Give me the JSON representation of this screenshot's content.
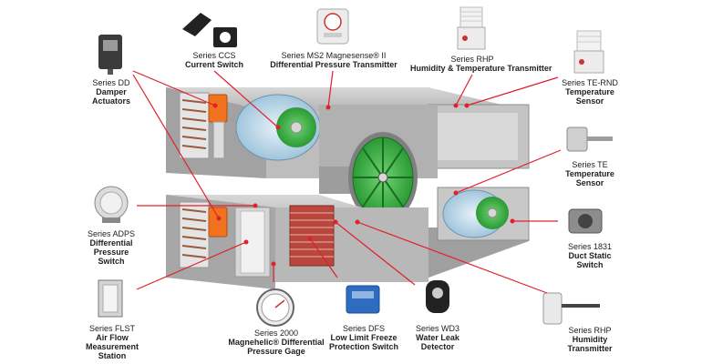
{
  "colors": {
    "leader": "#e0202a",
    "duct_light": "#c9c9c9",
    "duct_mid": "#a9a9a9",
    "duct_dark": "#7d7d7d",
    "fan_blue": "#b7d6ea",
    "fan_green": "#2fae3a",
    "actuator_orange": "#f2731f",
    "filter_red": "#b9473e"
  },
  "labels": {
    "dd": {
      "series": "Series DD",
      "name1": "Damper",
      "name2": "Actuators"
    },
    "ccs": {
      "series": "Series CCS",
      "name1": "Current Switch"
    },
    "ms2": {
      "series": "Series MS2 Magnesense® II",
      "name1": "Differential Pressure Transmitter"
    },
    "rhp1": {
      "series": "Series RHP",
      "name1": "Humidity & Temperature Transmitter"
    },
    "ternd": {
      "series": "Series TE-RND",
      "name1": "Temperature",
      "name2": "Sensor"
    },
    "te": {
      "series": "Series TE",
      "name1": "Temperature",
      "name2": "Sensor"
    },
    "adps": {
      "series": "Series ADPS",
      "name1": "Differential",
      "name2": "Pressure",
      "name3": "Switch"
    },
    "s1831": {
      "series": "Series 1831",
      "name1": "Duct Static",
      "name2": "Switch"
    },
    "flst": {
      "series": "Series FLST",
      "name1": "Air Flow",
      "name2": "Measurement",
      "name3": "Station"
    },
    "s2000": {
      "series": "Series 2000",
      "name1": "Magnehelic® Differential",
      "name2": "Pressure Gage"
    },
    "dfs": {
      "series": "Series DFS",
      "name1": "Low Limit Freeze",
      "name2": "Protection Switch"
    },
    "wd3": {
      "series": "Series WD3",
      "name1": "Water Leak",
      "name2": "Detector"
    },
    "rhp2": {
      "series": "Series RHP",
      "name1": "Humidity",
      "name2": "Transmitter"
    }
  },
  "icons": {
    "dd": "damper-actuator-icon",
    "ccs": "current-switch-icon",
    "ms2": "pressure-transmitter-icon",
    "rhp1": "humidity-transmitter-icon",
    "ternd": "temperature-sensor-icon",
    "te": "duct-temperature-probe-icon",
    "adps": "pressure-switch-icon",
    "s1831": "duct-static-switch-icon",
    "flst": "airflow-station-icon",
    "s2000": "pressure-gage-icon",
    "dfs": "freeze-switch-icon",
    "wd3": "leak-detector-icon",
    "rhp2": "duct-humidity-probe-icon"
  }
}
